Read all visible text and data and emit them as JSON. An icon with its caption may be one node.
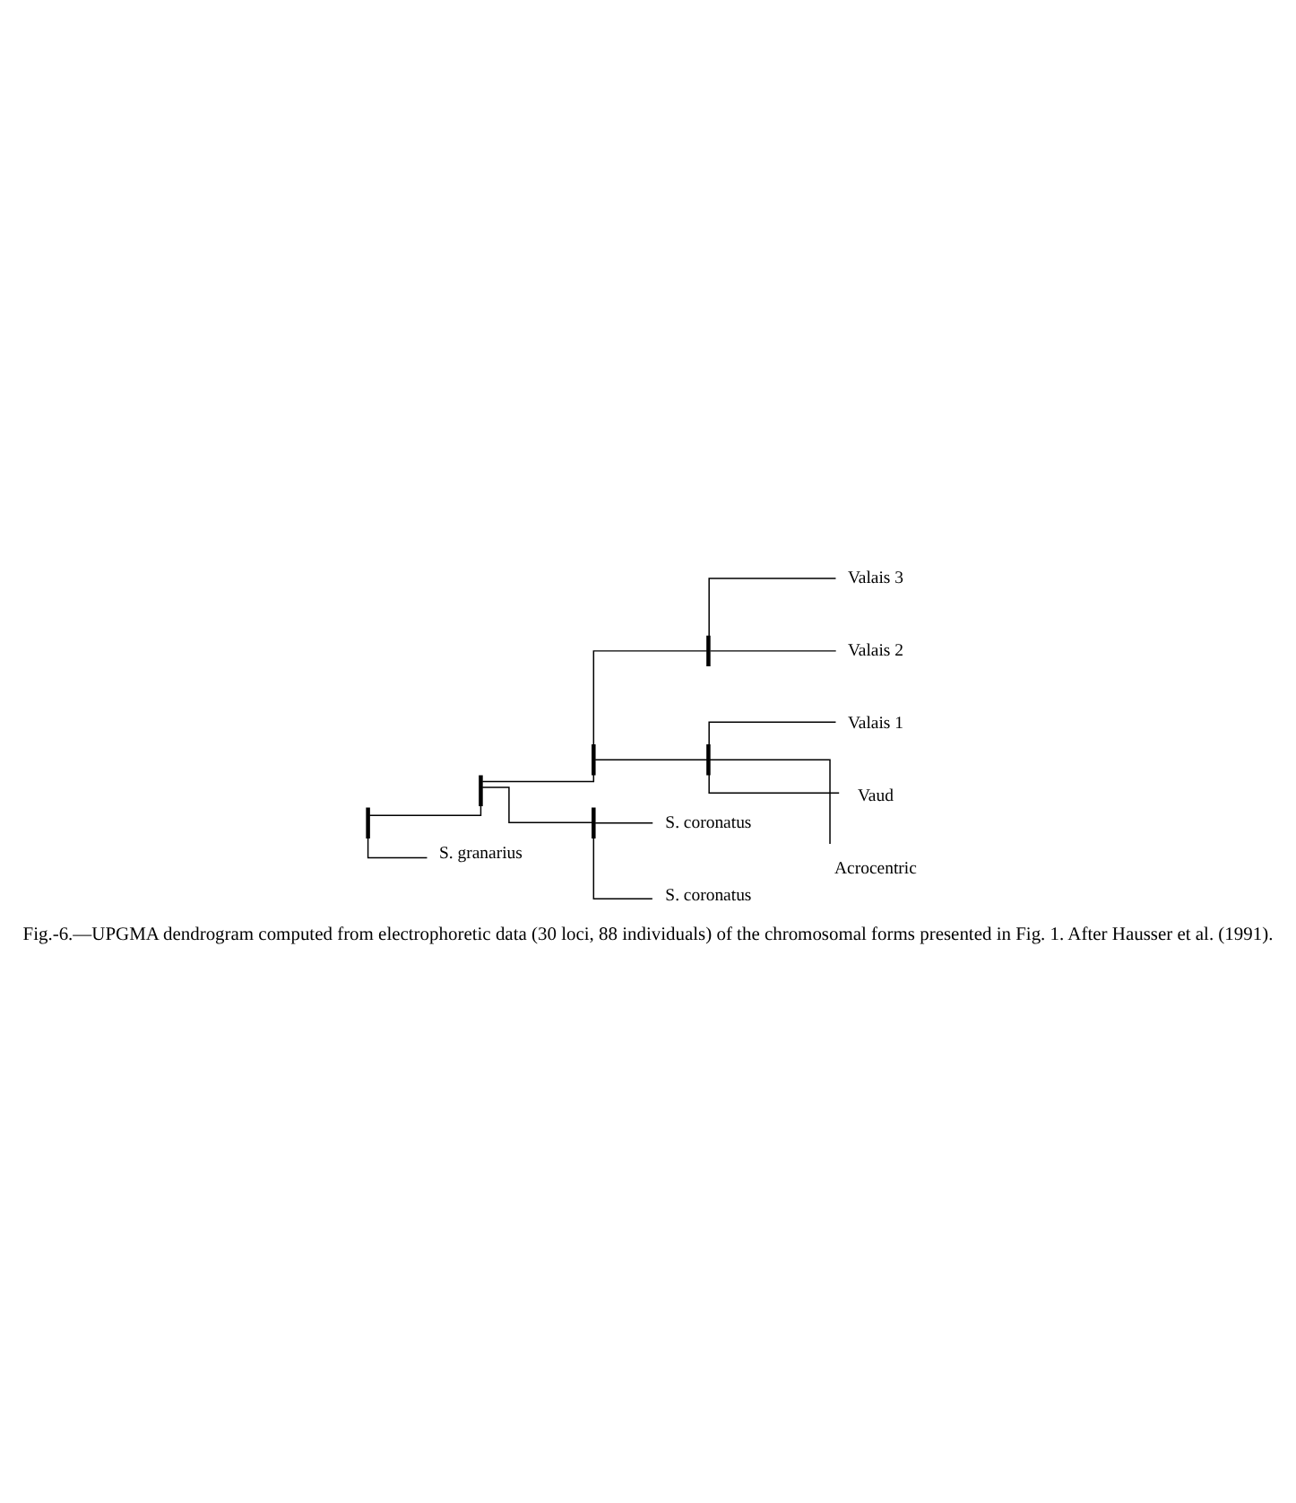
{
  "diagram": {
    "caption": "Fig.-6.—UPGMA dendrogram computed from electrophoretic data (30 loci, 88 individuals) of the chromosomal forms presented in Fig. 1. After Hausser et al. (1991).",
    "nodes": [
      {
        "text": [],
        "shape": "bar"
      },
      {
        "text": [],
        "shape": "bar"
      },
      {
        "text": [],
        "shape": "bar"
      },
      {
        "text": [],
        "shape": "bar"
      },
      {
        "text": [
          "Valais 3"
        ]
      },
      {
        "text": [
          "Valais 2"
        ]
      },
      {
        "text": [],
        "shape": "bar"
      },
      {
        "text": [
          "Valais 1"
        ]
      },
      {
        "text": [
          "Vaud"
        ]
      },
      {
        "text": [
          "Acrocentric"
        ]
      },
      {
        "text": [],
        "shape": "bar"
      },
      {
        "text": [
          "S. coronatus"
        ]
      },
      {
        "text": [
          "S. coronatus"
        ]
      },
      {
        "text": [
          "S. granarius"
        ]
      }
    ],
    "edges": [
      {
        "from": 0,
        "to": 1,
        "arrow": "none"
      },
      {
        "from": 1,
        "to": 2,
        "arrow": "none"
      },
      {
        "from": 2,
        "to": 3,
        "arrow": "none"
      },
      {
        "from": 3,
        "to": 4,
        "arrow": "none"
      },
      {
        "from": 3,
        "to": 5,
        "arrow": "none"
      },
      {
        "from": 2,
        "to": 6,
        "arrow": "none"
      },
      {
        "from": 6,
        "to": 7,
        "arrow": "none"
      },
      {
        "from": 6,
        "to": 8,
        "arrow": "none"
      },
      {
        "from": 6,
        "to": 9,
        "arrow": "none"
      },
      {
        "from": 1,
        "to": 10,
        "arrow": "none"
      },
      {
        "from": 10,
        "to": 11,
        "arrow": "none"
      },
      {
        "from": 10,
        "to": 12,
        "arrow": "none"
      },
      {
        "from": 0,
        "to": 13,
        "arrow": "none"
      }
    ]
  }
}
